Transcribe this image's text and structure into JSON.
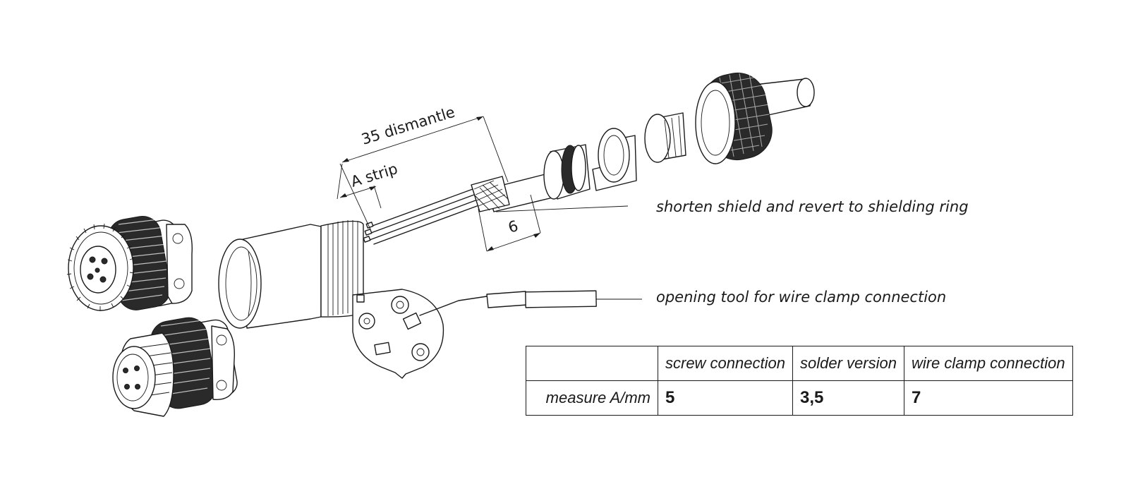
{
  "dimensions": {
    "dismantle": "35 dismantle",
    "strip": "A strip",
    "shield_length": "6"
  },
  "callouts": {
    "shield": "shorten shield and revert to shielding ring",
    "tool": "opening tool for wire clamp connection"
  },
  "table": {
    "columns": [
      "",
      "screw connection",
      "solder version",
      "wire clamp connection"
    ],
    "rows": [
      {
        "label": "measure A/mm",
        "values": [
          "5",
          "3,5",
          "7"
        ]
      }
    ]
  }
}
